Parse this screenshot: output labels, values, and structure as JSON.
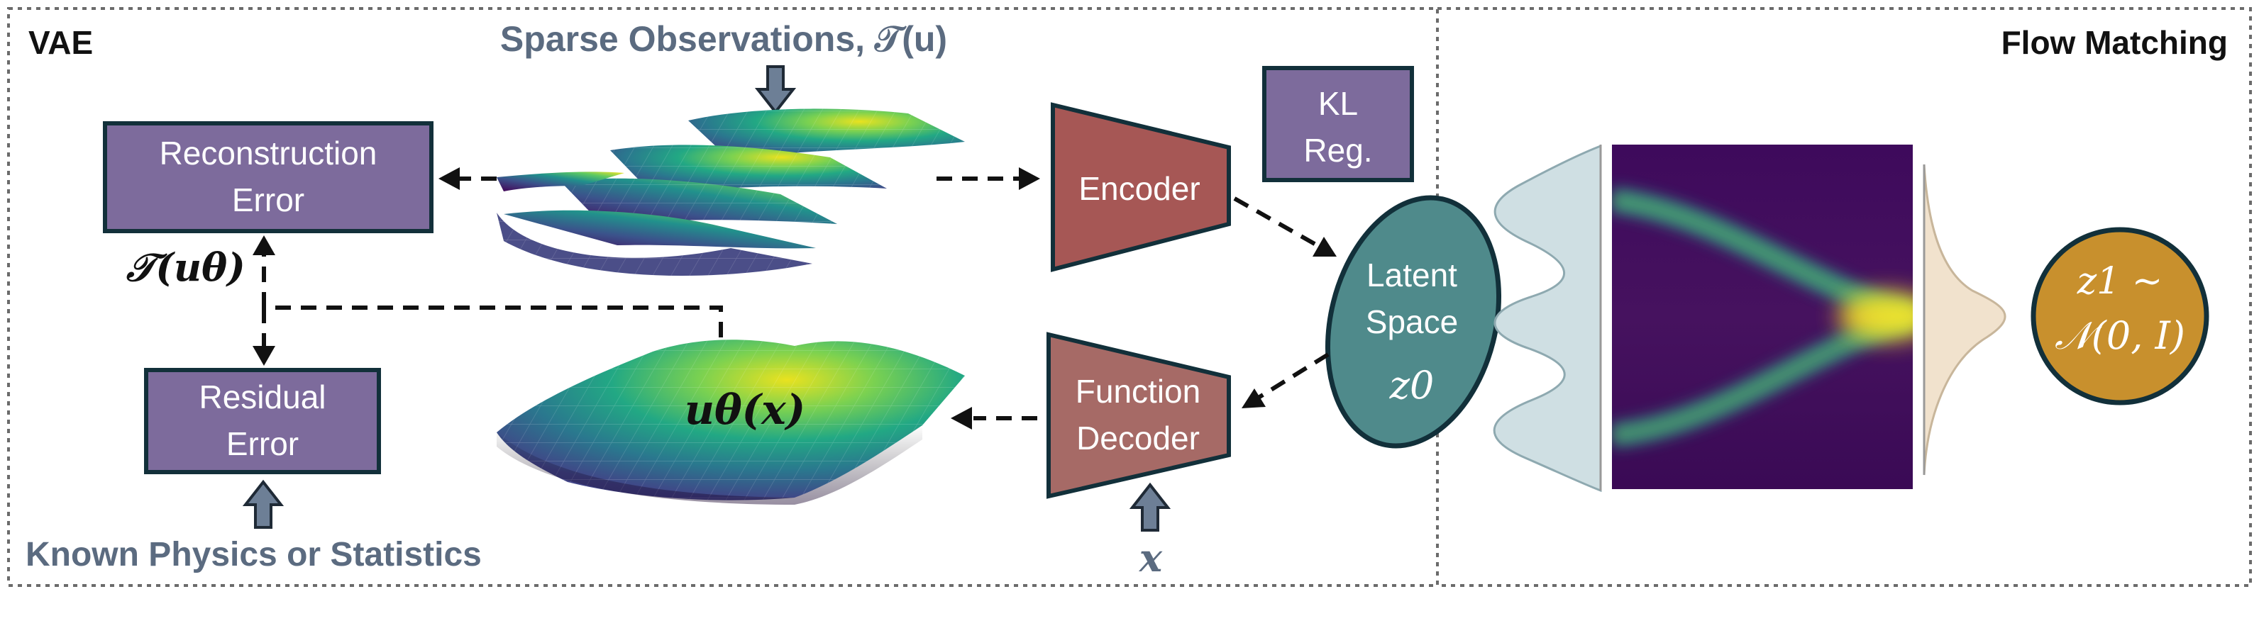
{
  "panels": {
    "vae": {
      "title": "VAE"
    },
    "flow": {
      "title": "Flow Matching"
    }
  },
  "labels": {
    "sparse_observations": "Sparse Observations, 𝒯(u)",
    "known_physics": "Known Physics or Statistics",
    "t_u_theta": "𝒯(uθ)",
    "u_theta_x": "uθ(x)",
    "x_input": "x"
  },
  "boxes": {
    "reconstruction_error": {
      "line1": "Reconstruction",
      "line2": "Error"
    },
    "residual_error": {
      "line1": "Residual",
      "line2": "Error"
    },
    "kl_reg": {
      "line1": "KL",
      "line2": "Reg."
    },
    "encoder": {
      "label": "Encoder"
    },
    "function_decoder": {
      "line1": "Function",
      "line2": "Decoder"
    },
    "latent_space": {
      "line1": "Latent",
      "line2": "Space",
      "line3": "z0"
    },
    "prior": {
      "line1": "z1 ~",
      "line2": "𝒩(0, I)"
    }
  },
  "colors": {
    "purple_box": "#7d6b9c",
    "box_border": "#12303a",
    "encoder": "#a65755",
    "decoder": "#a66a66",
    "latent": "#4f8a8b",
    "prior": "#c8902d",
    "label_gray": "#5b6b80",
    "viridis_dark": "#440154",
    "viridis_teal": "#21918c",
    "viridis_yellow": "#fde725"
  },
  "icons": {
    "input_arrow": "down-block-arrow",
    "up_arrow": "up-block-arrow"
  }
}
